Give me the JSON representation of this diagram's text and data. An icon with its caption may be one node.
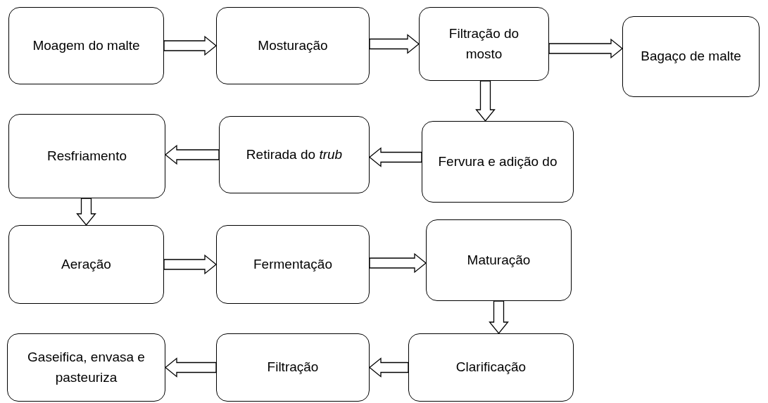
{
  "diagram": {
    "nodes": [
      {
        "text": [
          "Moagem do malte"
        ]
      },
      {
        "text": [
          "Mosturação"
        ]
      },
      {
        "text": [
          "Filtração do mosto"
        ]
      },
      {
        "text": [
          "Bagaço de malte"
        ]
      },
      {
        "text": [
          "Resfriamento"
        ]
      },
      {
        "text": [
          "Retirada do *trub*"
        ]
      },
      {
        "text": [
          "Fervura e adição do"
        ]
      },
      {
        "text": [
          "Aeração"
        ]
      },
      {
        "text": [
          "Fermentação"
        ]
      },
      {
        "text": [
          "Maturação"
        ]
      },
      {
        "text": [
          "Gaseifica, envasa e pasteuriza"
        ]
      },
      {
        "text": [
          "Filtração"
        ]
      },
      {
        "text": [
          "Clarificação"
        ]
      }
    ],
    "edges": [
      {
        "from": 0,
        "to": 1,
        "arrow": "to"
      },
      {
        "from": 1,
        "to": 2,
        "arrow": "to"
      },
      {
        "from": 2,
        "to": 3,
        "arrow": "to"
      },
      {
        "from": 2,
        "to": 6,
        "arrow": "to"
      },
      {
        "from": 6,
        "to": 5,
        "arrow": "to"
      },
      {
        "from": 5,
        "to": 4,
        "arrow": "to"
      },
      {
        "from": 4,
        "to": 7,
        "arrow": "to"
      },
      {
        "from": 7,
        "to": 8,
        "arrow": "to"
      },
      {
        "from": 8,
        "to": 9,
        "arrow": "to"
      },
      {
        "from": 9,
        "to": 12,
        "arrow": "to"
      },
      {
        "from": 12,
        "to": 11,
        "arrow": "to"
      },
      {
        "from": 11,
        "to": 10,
        "arrow": "to"
      }
    ]
  }
}
